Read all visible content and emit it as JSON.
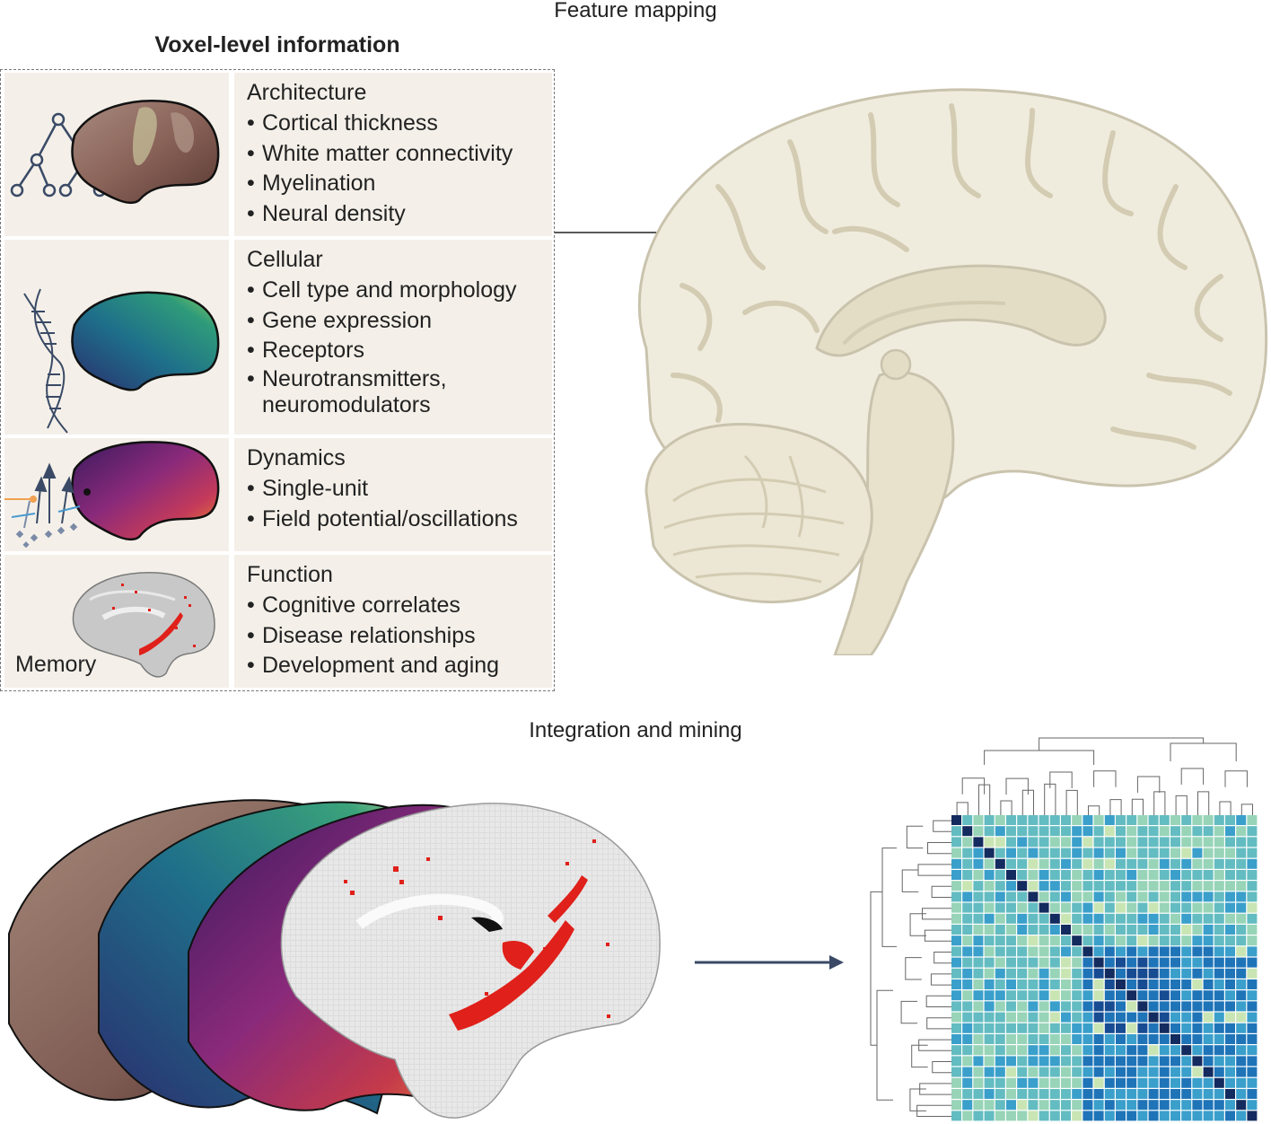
{
  "headings": {
    "feature_mapping": "Feature mapping",
    "voxel_level": "Voxel-level information",
    "integration": "Integration and mining"
  },
  "categories": [
    {
      "title": "Architecture",
      "items": [
        "Cortical thickness",
        "White matter connectivity",
        "Myelination",
        "Neural density"
      ]
    },
    {
      "title": "Cellular",
      "items": [
        "Cell type and morphology",
        "Gene expression",
        "Receptors",
        "Neurotransmitters, neuromodulators"
      ]
    },
    {
      "title": "Dynamics",
      "items": [
        "Single-unit",
        "Field potential/oscillations"
      ]
    },
    {
      "title": "Function",
      "items": [
        "Cognitive correlates",
        "Disease relationships",
        "Development and aging"
      ]
    }
  ],
  "memory_label": "Memory",
  "colors": {
    "panel_bg": "#f4f0e9",
    "brain_fill": "#f0ecdd",
    "brain_stroke": "#c9c3ad",
    "arrow": "#3a4a66",
    "activation": "#e0201a"
  }
}
